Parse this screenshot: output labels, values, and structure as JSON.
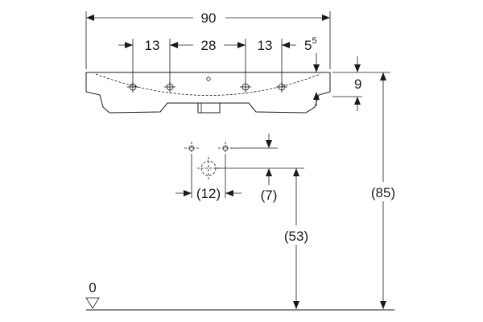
{
  "diagram": {
    "overall_width": "90",
    "hole_spacing_left": "13",
    "hole_spacing_middle": "28",
    "hole_spacing_right": "13",
    "edge_offset_base": "5",
    "edge_offset_sup": "5",
    "basin_height": "9",
    "waste_spacing": "(12)",
    "waste_offset": "(7)",
    "waste_height": "(53)",
    "total_height": "(85)",
    "floor_level": "0"
  }
}
